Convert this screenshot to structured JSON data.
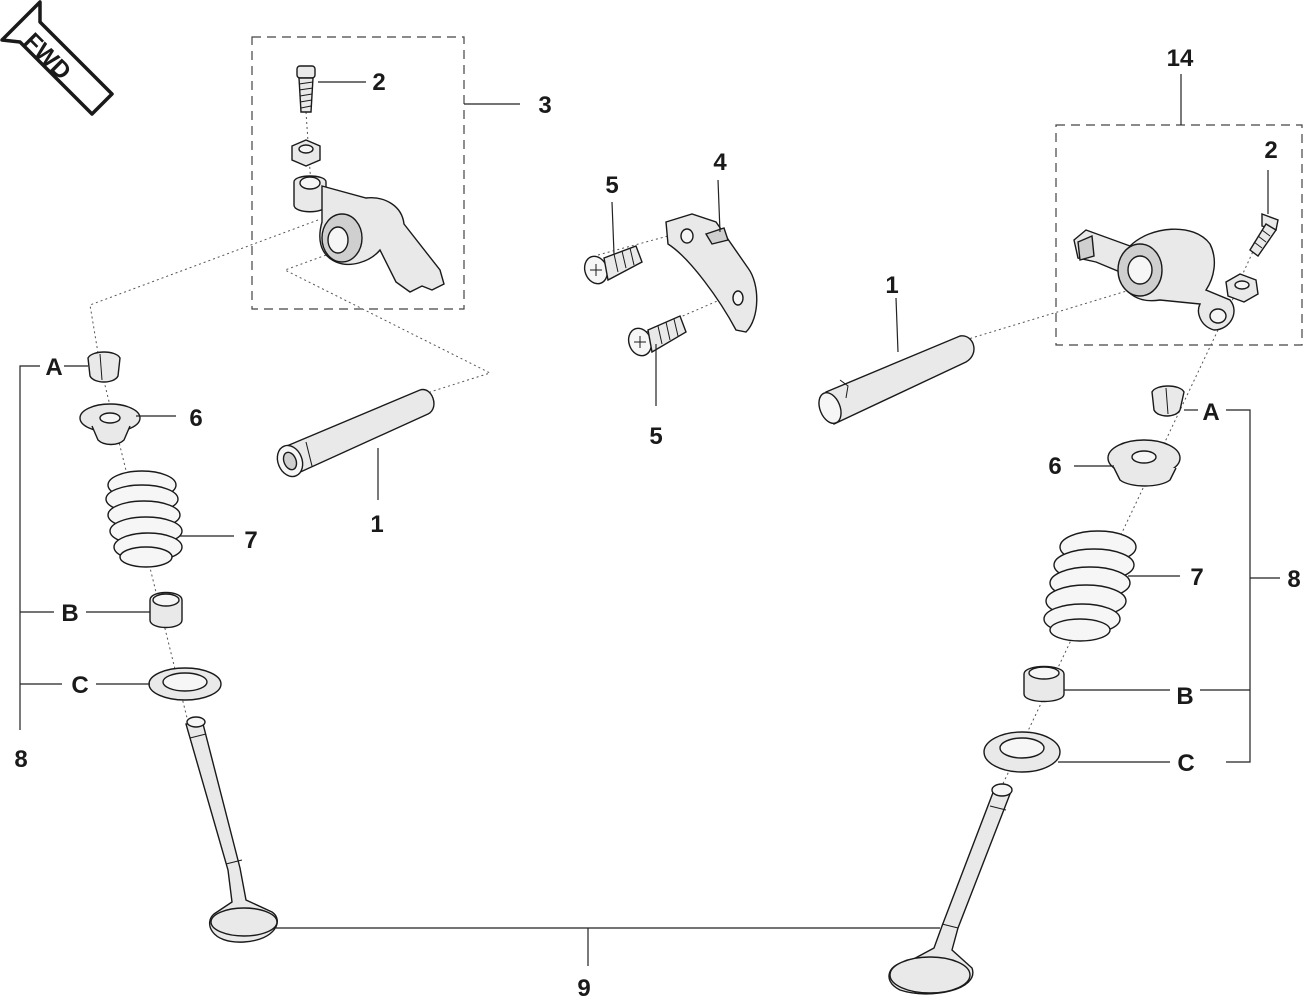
{
  "orientation": {
    "text": "FWD",
    "icon": "fwd-arrow-icon"
  },
  "callouts": {
    "c1_left": "1",
    "c1_right": "1",
    "c2_left": "2",
    "c2_right": "2",
    "c3": "3",
    "c4": "4",
    "c5_top": "5",
    "c5_bottom": "5",
    "c6_left": "6",
    "c6_right": "6",
    "c7_left": "7",
    "c7_right": "7",
    "c8_left": "8",
    "c8_right": "8",
    "c9": "9",
    "c14": "14",
    "a_left": "A",
    "b_left": "B",
    "c_left": "C",
    "a_right": "A",
    "b_right": "B",
    "c_right": "C"
  }
}
